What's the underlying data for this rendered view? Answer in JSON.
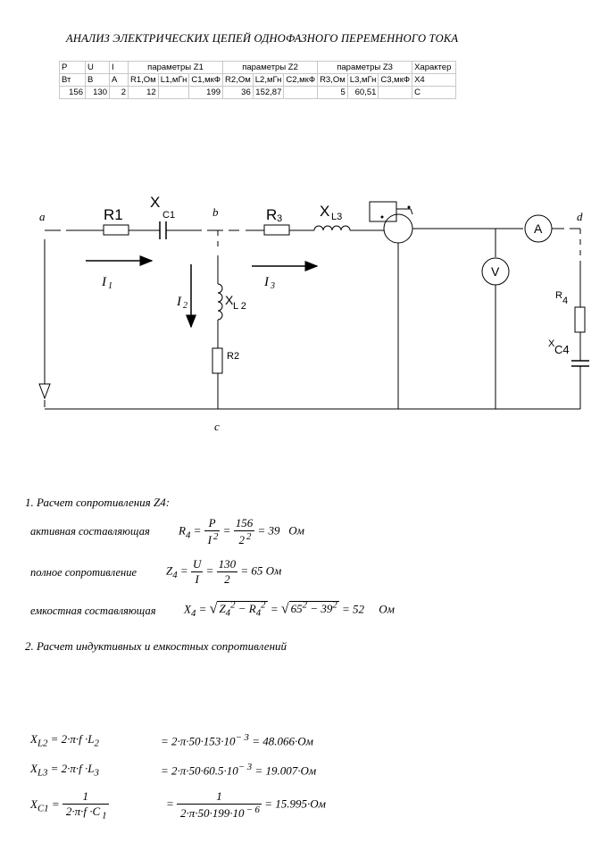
{
  "title": "АНАЛИЗ ЭЛЕКТРИЧЕСКИХ ЦЕПЕЙ ОДНОФАЗНОГО ПЕРЕМЕННОГО ТОКА",
  "table": {
    "header": [
      "P",
      "U",
      "I",
      "параметры Z1",
      "параметры Z2",
      "параметры Z3",
      "Характер"
    ],
    "units": [
      "Вт",
      "В",
      "А",
      "R1,Ом",
      "L1,мГн",
      "C1,мкФ",
      "R2,Ом",
      "L2,мГн",
      "C2,мкФ",
      "R3,Ом",
      "L3,мГн",
      "C3,мкФ",
      "X4"
    ],
    "values": [
      "156",
      "130",
      "2",
      "12",
      "",
      "199",
      "36",
      "152,87",
      "",
      "5",
      "60,51",
      "",
      "C"
    ]
  },
  "circuit": {
    "nodes": {
      "a": "a",
      "b": "b",
      "c": "c",
      "d": "d"
    },
    "r1": "R1",
    "xc1_x": "X",
    "xc1_sub": "C1",
    "r3_r": "R",
    "r3_sub": "3",
    "xl3_x": "X",
    "xl3_sub": "L3",
    "i1": "I",
    "i1_sub": "1",
    "i2": "I",
    "i2_sub": "2",
    "i3": "I",
    "i3_sub": "3",
    "xl2_x": "X",
    "xl2_sub": "L 2",
    "r2": "R2",
    "ammeter": "A",
    "voltmeter": "V",
    "r4_r": "R",
    "r4_sub": "4",
    "xc4_x": "X",
    "xc4_sub": "C4"
  },
  "section1": "1. Расчет сопротивления Z4:",
  "active_label": "активная составляющая",
  "full_label": "полное сопротивление",
  "cap_label": "емкостная составляющая",
  "section2": "2. Расчет индуктивных и емкостных сопротивлений",
  "formulas": {
    "r4": {
      "lhs": "R",
      "lhs_sub": "4",
      "num1": "P",
      "den1": "I",
      "den1_sup": "2",
      "num2": "156",
      "den2": "2",
      "den2_sup": "2",
      "result": "= 39",
      "unit": "Ом"
    },
    "z4": {
      "lhs": "Z",
      "lhs_sub": "4",
      "num1": "U",
      "den1": "I",
      "num2": "130",
      "den2": "2",
      "result": "= 65 Ом"
    },
    "x4": {
      "lhs": "X",
      "lhs_sub": "4",
      "rad1": "Z",
      "rad1_sub": "4",
      "rad1_sup": "2",
      "minus": "− R",
      "rad1b_sub": "4",
      "rad1b_sup": "2",
      "rad2a": "65",
      "rad2a_sup": "2",
      "rad2b": "− 39",
      "rad2b_sup": "2",
      "result": "= 52",
      "unit": "Ом"
    },
    "xl2": {
      "lhs": "X",
      "lhs_sub": "L2",
      "expr": "= 2·π·f ·L",
      "expr_sub": "2",
      "calc": "= 2·π·50·153·10",
      "calc_sup": "− 3",
      "result": "= 48.066·Ом"
    },
    "xl3": {
      "lhs": "X",
      "lhs_sub": "L3",
      "expr": "= 2·π·f ·L",
      "expr_sub": "3",
      "calc": "= 2·π·50·60.5·10",
      "calc_sup": "− 3",
      "result": "= 19.007·Ом"
    },
    "xc1": {
      "lhs": "X",
      "lhs_sub": "C1",
      "num": "1",
      "den": "2·π·f ·C",
      "den_sub": "1",
      "num2": "1",
      "den2": "2·π·50·199·10",
      "den2_sup": "− 6",
      "result": "= 15.995·Ом"
    }
  }
}
